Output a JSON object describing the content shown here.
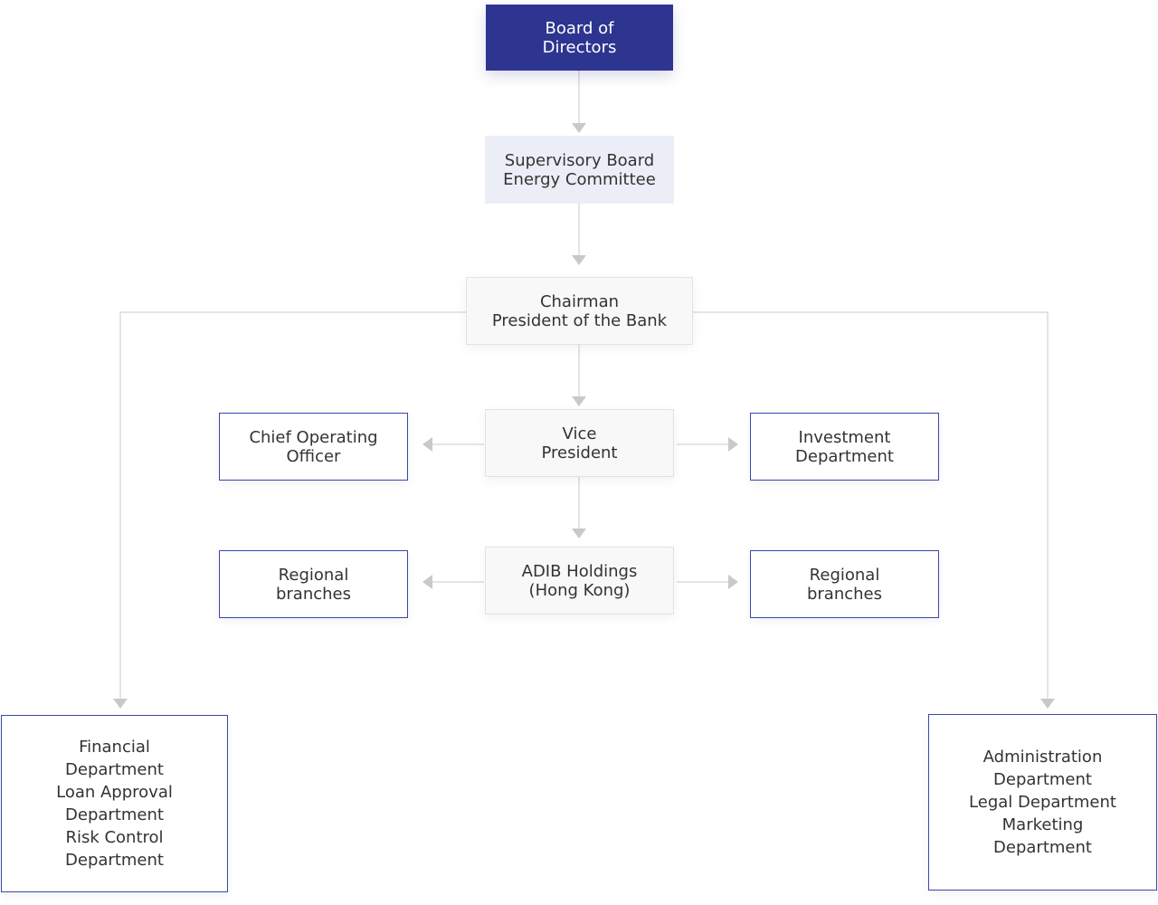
{
  "nodes": {
    "board": {
      "lines": [
        "Board of",
        "Directors"
      ]
    },
    "supervisory": {
      "lines": [
        "Supervisory Board",
        "Energy Committee"
      ]
    },
    "chairman": {
      "lines": [
        "Chairman",
        "President of the Bank"
      ]
    },
    "vice_president": {
      "lines": [
        "Vice",
        "President"
      ]
    },
    "coo": {
      "lines": [
        "Chief Operating",
        "Officer"
      ]
    },
    "investment": {
      "lines": [
        "Investment",
        "Department"
      ]
    },
    "holdings": {
      "lines": [
        "ADIB Holdings",
        "(Hong Kong)"
      ]
    },
    "regional_left": {
      "lines": [
        "Regional",
        "branches"
      ]
    },
    "regional_right": {
      "lines": [
        "Regional",
        "branches"
      ]
    },
    "financial": {
      "lines": [
        "Financial",
        "Department",
        "Loan Approval",
        "Department",
        "Risk Control",
        "Department"
      ]
    },
    "administration": {
      "lines": [
        "Administration",
        "Department",
        "Legal Department",
        "Marketing",
        "Department"
      ]
    }
  },
  "colors": {
    "primary": "#2e3590",
    "light_fill": "#eceef7",
    "gray_fill": "#f8f8f8",
    "outline": "#3a46a8",
    "connector": "#c9c9c9",
    "text": "#333333"
  }
}
